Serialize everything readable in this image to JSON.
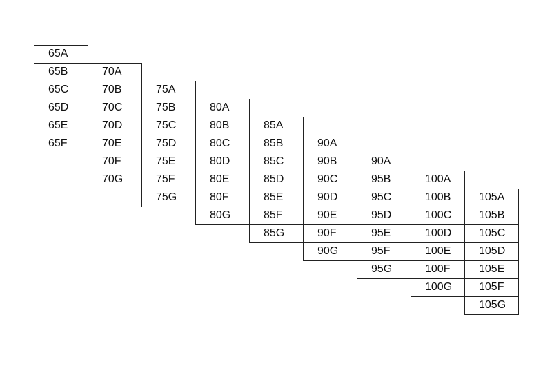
{
  "size_chart": {
    "columns": [
      [
        "65A",
        "65B",
        "65C",
        "65D",
        "65E",
        "65F"
      ],
      [
        "70A",
        "70B",
        "70C",
        "70D",
        "70E",
        "70F",
        "70G"
      ],
      [
        "75A",
        "75B",
        "75C",
        "75D",
        "75E",
        "75F",
        "75G"
      ],
      [
        "80A",
        "80B",
        "80C",
        "80D",
        "80E",
        "80F",
        "80G"
      ],
      [
        "85A",
        "85B",
        "85C",
        "85D",
        "85E",
        "85F",
        "85G"
      ],
      [
        "90A",
        "90B",
        "90C",
        "90D",
        "90E",
        "90F",
        "90G"
      ],
      [
        "90A",
        "95B",
        "95C",
        "95D",
        "95E",
        "95F",
        "95G"
      ],
      [
        "100A",
        "100B",
        "100C",
        "100D",
        "100E",
        "100F",
        "100G"
      ],
      [
        "105A",
        "105B",
        "105C",
        "105D",
        "105E",
        "105F",
        "105G"
      ]
    ]
  }
}
